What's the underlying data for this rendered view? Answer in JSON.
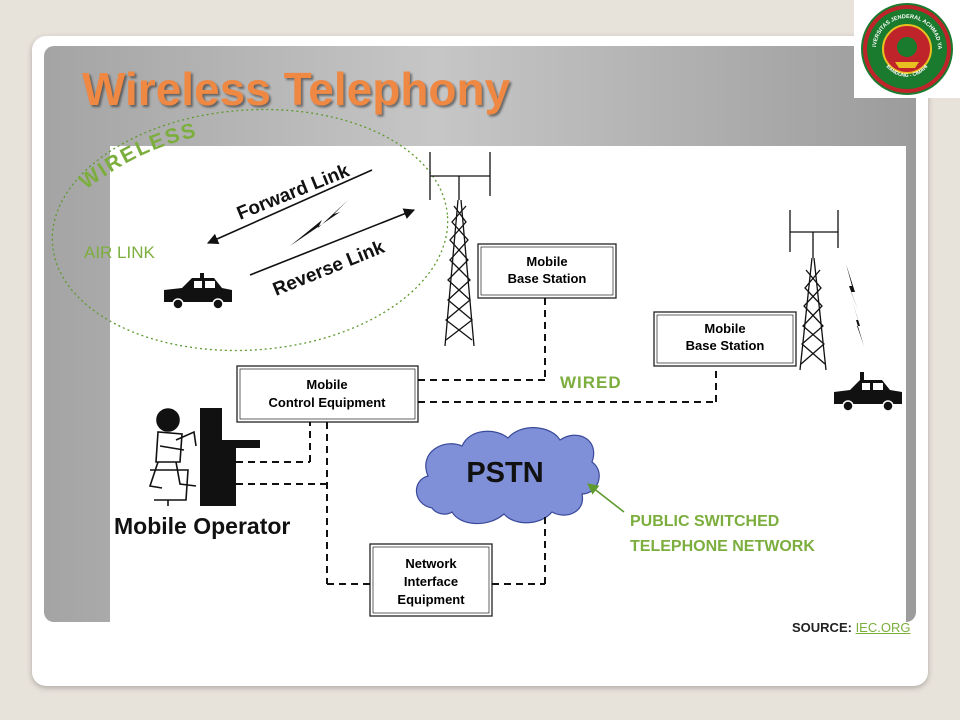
{
  "slide": {
    "title": "Wireless Telephony",
    "wireless_label": "WIRELESS",
    "air_link_label": "AIR LINK",
    "wired_label": "WIRED",
    "pstn_caption": [
      "PUBLIC SWITCHED",
      "TELEPHONE NETWORK"
    ],
    "source_prefix": "SOURCE: ",
    "source_link": "IEC.ORG"
  },
  "diagram": {
    "forward_link": "Forward Link",
    "reverse_link": "Reverse Link",
    "base_station_1": [
      "Mobile",
      "Base Station"
    ],
    "base_station_2": [
      "Mobile",
      "Base Station"
    ],
    "control_equipment": [
      "Mobile",
      "Control Equipment"
    ],
    "pstn": "PSTN",
    "network_interface": [
      "Network",
      "Interface",
      "Equipment"
    ],
    "mobile_operator": "Mobile Operator"
  },
  "logo": {
    "text_top": "UNIVERSITAS JENDERAL ACHMAD YANI",
    "text_bottom": "BANDUNG - CIMAHI",
    "colors": {
      "green": "#1a7a2e",
      "red": "#c0242b",
      "gold": "#e8c020"
    }
  },
  "colors": {
    "title": "#ee8843",
    "label_green": "#7cae3e"
  }
}
